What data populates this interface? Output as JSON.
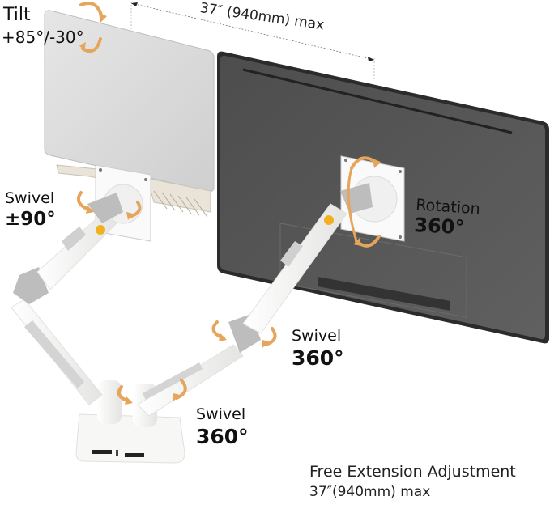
{
  "labels": {
    "tilt": {
      "title": "Tilt",
      "value": "+85°/-30°"
    },
    "dimension_line": {
      "text": "37″  (940mm)  max"
    },
    "swivel_left": {
      "title": "Swivel",
      "value": "±90°"
    },
    "rotation": {
      "title": "Rotation",
      "value": "360°"
    },
    "swivel_middle": {
      "title": "Swivel",
      "value": "360°"
    },
    "swivel_base": {
      "title": "Swivel",
      "value": "360°"
    },
    "extension": {
      "title": "Free Extension Adjustment",
      "value": "37″(940mm)  max"
    }
  },
  "colors": {
    "background": "#ffffff",
    "monitor_back": "#5a5a5a",
    "monitor_frame": "#2b2b2b",
    "laptop": "#d9d9d9",
    "arm": "#f5f5f3",
    "arm_joint": "#bdbdbd",
    "rotation_arrow": "#e6a55a",
    "badge": "#f2b01e"
  },
  "icons": [
    "tilt-arrow-icon",
    "rotation-arrow-icon",
    "swivel-arrow-icon"
  ]
}
